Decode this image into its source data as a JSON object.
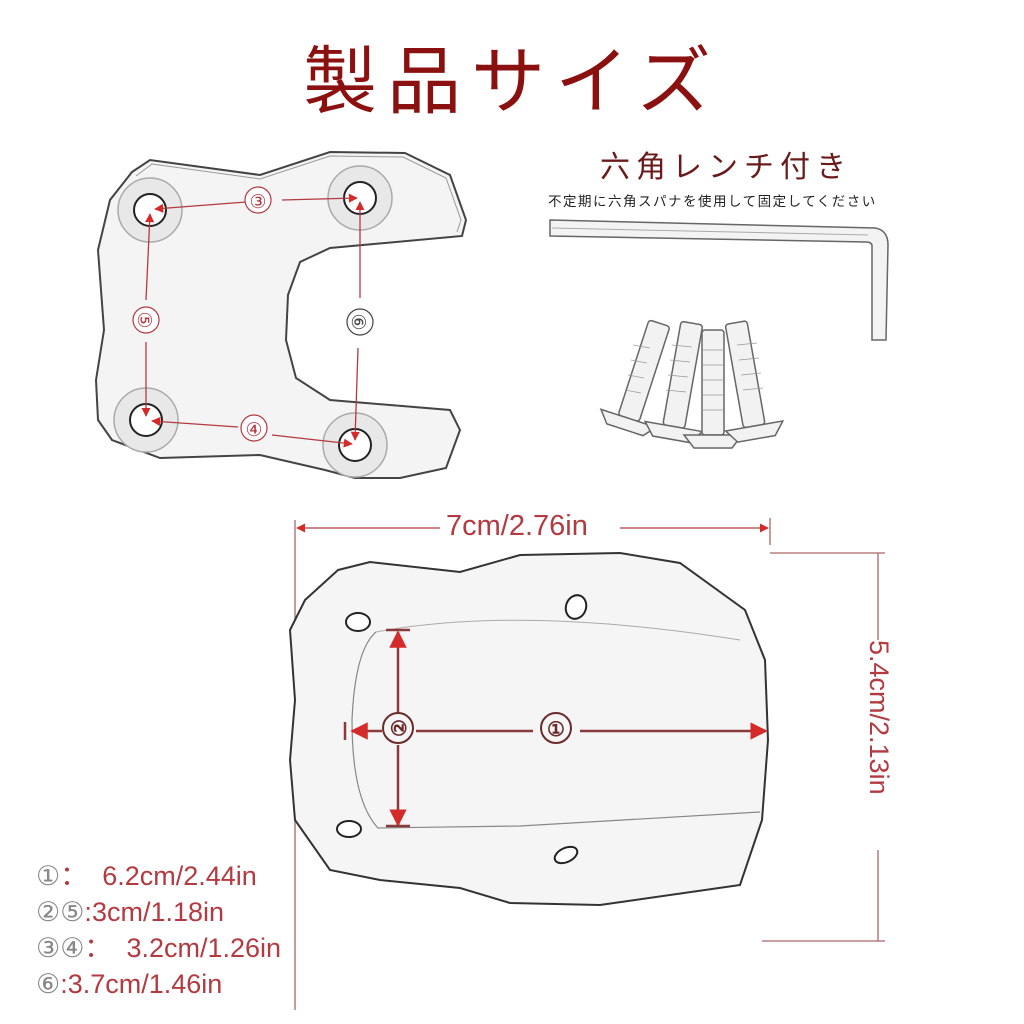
{
  "title": "製品サイズ",
  "wrench": {
    "heading": "六角レンチ付き",
    "note": "不定期に六角スパナを使用して固定してください"
  },
  "top_plate": {
    "labels": [
      "③",
      "④",
      "⑤",
      "⑥"
    ]
  },
  "bottom_plate": {
    "width_label": "7cm/2.76in",
    "height_label": "5.4cm/2.13in",
    "labels": [
      "①",
      "②"
    ]
  },
  "legend": [
    {
      "marks": "①",
      "sep": "：  ",
      "value": "6.2cm/2.44in"
    },
    {
      "marks": "②⑤",
      "sep": ":",
      "value": "3cm/1.18in"
    },
    {
      "marks": "③④",
      "sep": "：  ",
      "value": "3.2cm/1.26in"
    },
    {
      "marks": "⑥",
      "sep": ":",
      "value": "3.7cm/1.46in"
    }
  ],
  "colors": {
    "title": "#8b1010",
    "dimension": "#b23a40",
    "arrow": "#d42a2a",
    "outline": "#444444"
  }
}
